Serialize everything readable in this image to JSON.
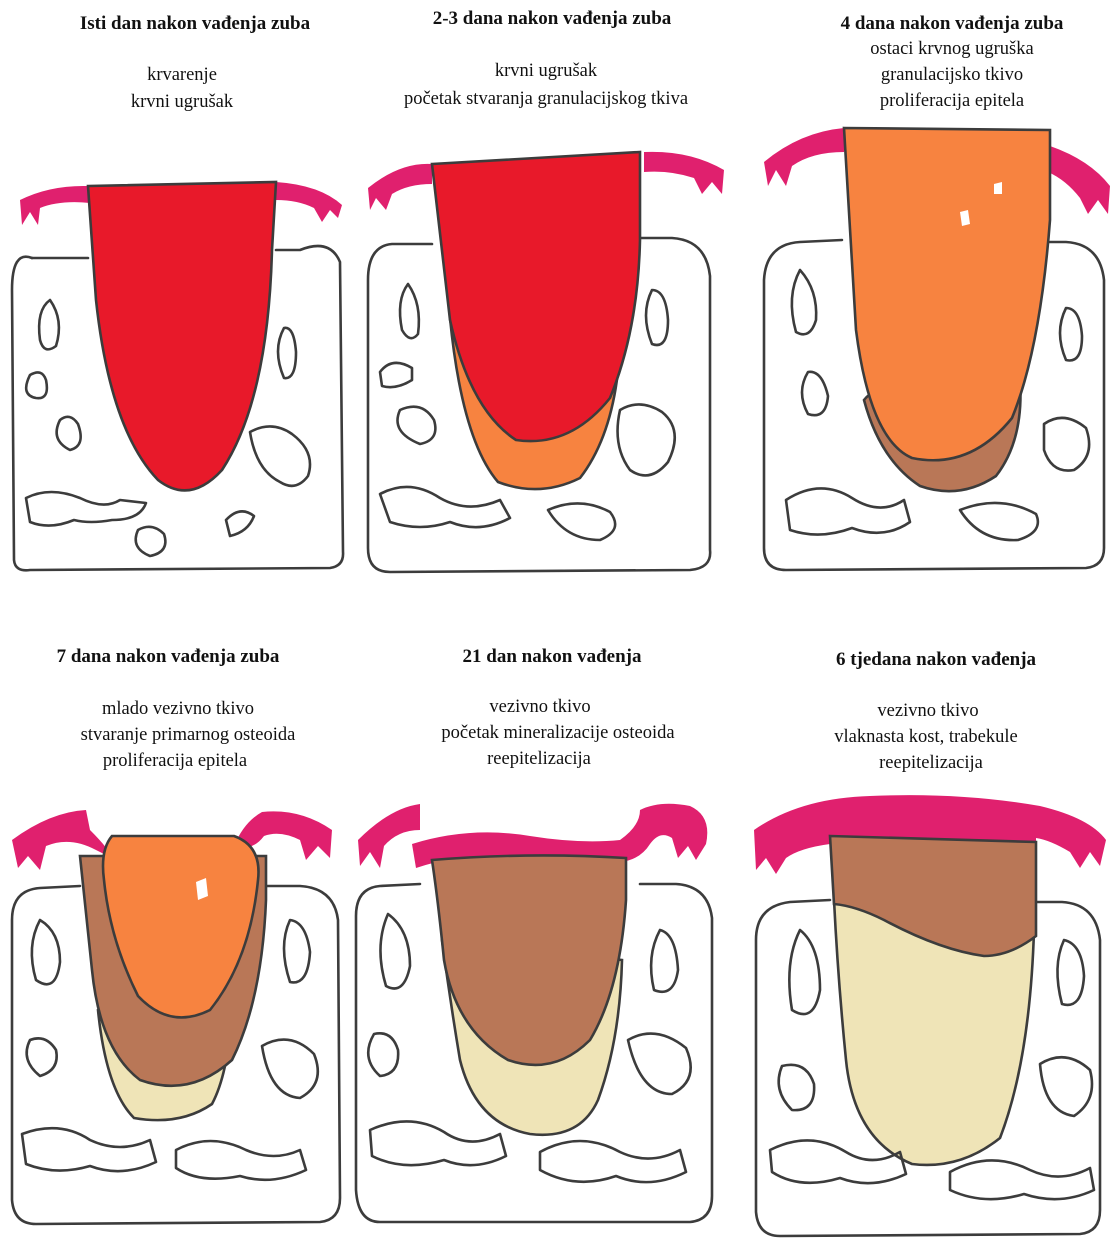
{
  "colors": {
    "gingiva": "#e0206e",
    "blood_clot": "#e8192a",
    "granulation": "#f78340",
    "connective": "#b97757",
    "osteoid": "#efe4b7",
    "bone_line": "#3c3c3c"
  },
  "panels": [
    {
      "title": "Isti dan nakon vađenja zuba",
      "lines": [
        "krvarenje",
        "krvni ugrušak"
      ]
    },
    {
      "title": "2-3 dana nakon vađenja zuba",
      "lines": [
        "krvni ugrušak",
        "početak stvaranja granulacijskog tkiva"
      ]
    },
    {
      "title": "4 dana nakon vađenja zuba",
      "lines": [
        "ostaci krvnog ugruška",
        "granulacijsko tkivo",
        "proliferacija epitela"
      ]
    },
    {
      "title": "7 dana nakon vađenja zuba",
      "lines": [
        "mlado vezivno tkivo",
        "stvaranje primarnog osteoida",
        "proliferacija epitela"
      ]
    },
    {
      "title": "21 dan nakon vađenja",
      "lines": [
        "vezivno tkivo",
        "početak mineralizacije osteoida",
        "reepitelizacija"
      ]
    },
    {
      "title": "6 tjedana nakon vađenja",
      "lines": [
        "vezivno tkivo",
        "vlaknasta kost, trabekule",
        "reepitelizacija"
      ]
    }
  ]
}
